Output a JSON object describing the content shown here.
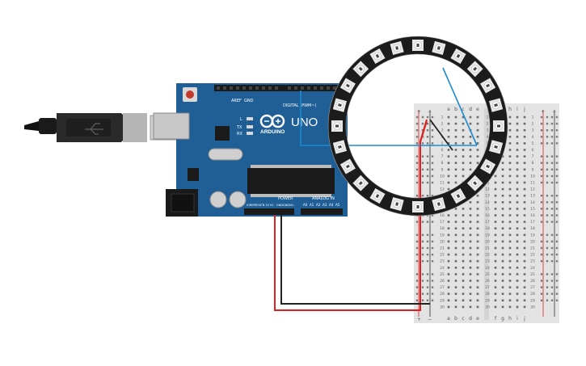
{
  "arduino": {
    "board_name": "UNO",
    "brand": "ARDUINO",
    "digital_header": "DIGITAL (PWM~)",
    "power_header": "POWER",
    "analog_header": "ANALOG IN",
    "aref": "AREF",
    "gnd": "GND",
    "led_l": "L",
    "led_tx": "TX",
    "led_rx": "RX",
    "power_pins": [
      "IOREF",
      "RESET",
      "3.3V",
      "5V",
      "GND",
      "GND",
      "Vin"
    ],
    "analog_pins": [
      "A0",
      "A1",
      "A2",
      "A3",
      "A4",
      "A5"
    ]
  },
  "breadboard": {
    "plus": "+",
    "minus": "−",
    "left_cols": [
      "a",
      "b",
      "c",
      "d",
      "e"
    ],
    "right_cols": [
      "f",
      "g",
      "h",
      "i",
      "j"
    ],
    "row_count": 30
  },
  "neopixel_ring": {
    "led_count": 24
  },
  "colors": {
    "board_blue": "#1f5f96",
    "ring_black": "#1c1c1c",
    "wire_red": "#e0201e",
    "wire_black": "#222222",
    "wire_blue": "#1a8bd0",
    "breadboard": "#e3e3e3"
  }
}
